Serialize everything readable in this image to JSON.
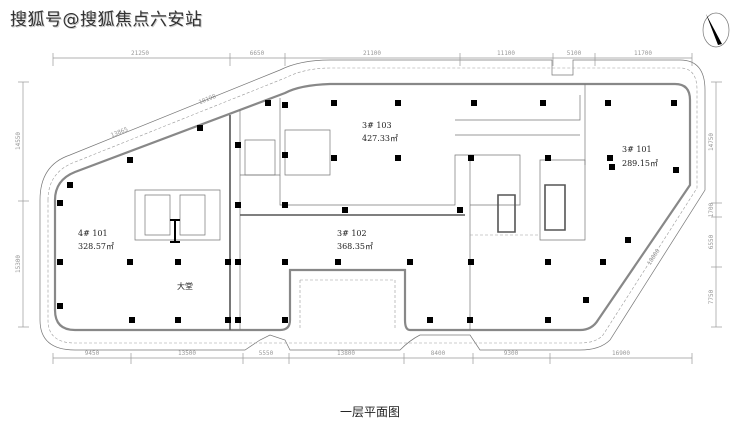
{
  "watermark": "搜狐号@搜狐焦点六安站",
  "drawing_title": "一层平面图",
  "dimensions": {
    "top": [
      "21250",
      "6650",
      "21100",
      "11100",
      "5100",
      "11700"
    ],
    "bottom": [
      "9450",
      "13500",
      "5550",
      "13800",
      "8400",
      "9300",
      "16900"
    ],
    "left": [
      "14550",
      "15300"
    ],
    "right": [
      "14750",
      "1700",
      "6550",
      "7750"
    ],
    "diagonal": [
      "13865",
      "10198",
      "18800"
    ]
  },
  "rooms": [
    {
      "id": "3# 103",
      "area": "427.33㎡"
    },
    {
      "id": "3# 101",
      "area": "289.15㎡"
    },
    {
      "id": "3# 102",
      "area": "368.35㎡"
    },
    {
      "id": "4# 101",
      "area": "328.57㎡"
    }
  ],
  "lobby_label": "大堂"
}
